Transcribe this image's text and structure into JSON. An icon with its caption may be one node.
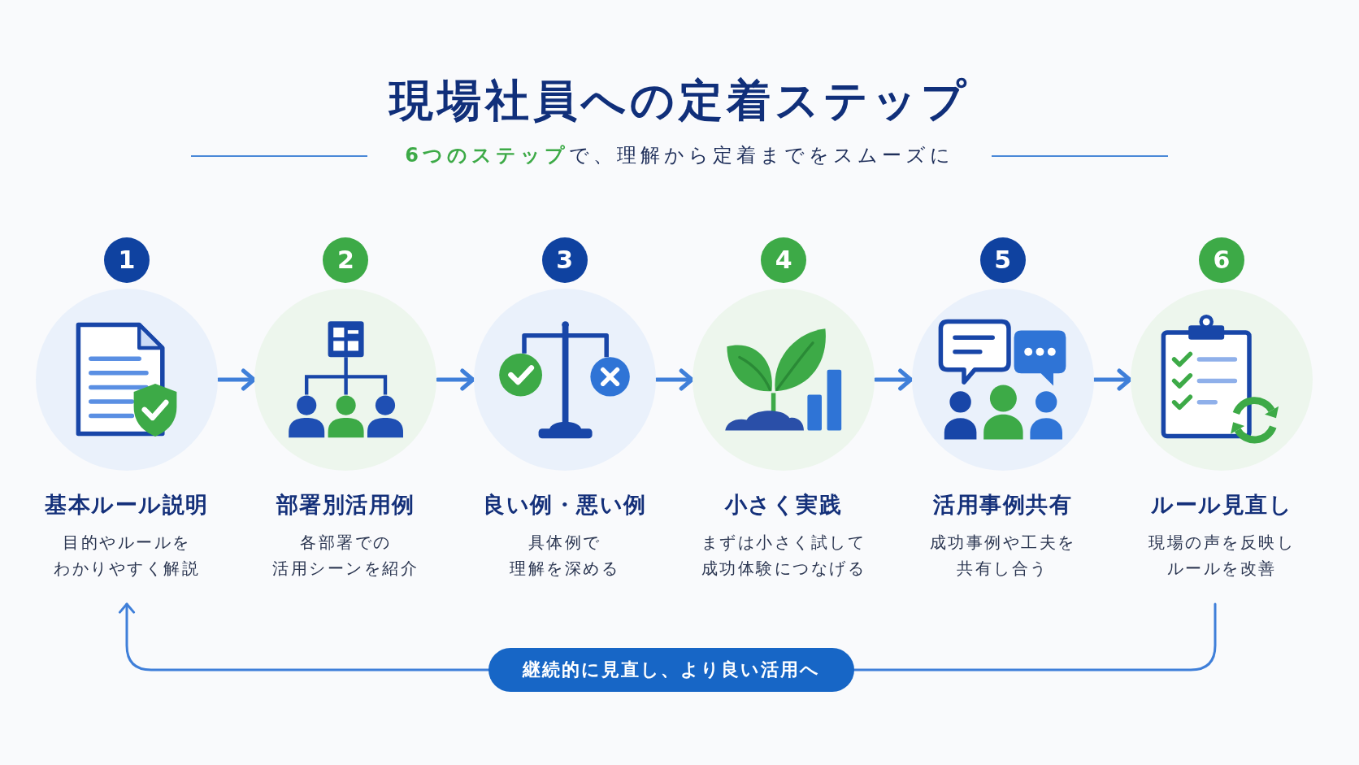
{
  "diagram": {
    "title": "現場社員への定着ステップ",
    "nodes": [
      {
        "text": [
          "1"
        ]
      },
      {
        "text": [
          "基本ルール説明",
          "目的やルールをわかりやすく解説"
        ]
      },
      {
        "text": [
          "2"
        ]
      },
      {
        "text": [
          "部署別活用例",
          "各部署での活用シーンを紹介"
        ]
      },
      {
        "text": [
          "3"
        ]
      },
      {
        "text": [
          "良い例・悪い例",
          "具体例で理解を深める"
        ]
      },
      {
        "text": [
          "4"
        ]
      },
      {
        "text": [
          "小さく実践",
          "まずは小さく試して成功体験につなげる"
        ]
      },
      {
        "text": [
          "5"
        ]
      },
      {
        "text": [
          "活用事例共有",
          "成功事例や工夫を共有し合う"
        ]
      },
      {
        "text": [
          "6"
        ]
      },
      {
        "text": [
          "ルール見直し",
          "現場の声を反映しルールを改善"
        ]
      }
    ],
    "edges": [
      {
        "from": 1,
        "to": 3,
        "arrow": "to"
      },
      {
        "from": 3,
        "to": 5,
        "arrow": "to"
      },
      {
        "from": 5,
        "to": 7,
        "arrow": "to"
      },
      {
        "from": 7,
        "to": 9,
        "arrow": "to"
      },
      {
        "from": 9,
        "to": 11,
        "arrow": "to"
      },
      {
        "from": 11,
        "to": 1,
        "arrow": "to",
        "label": "継続的に見直し、より良い活用へ"
      }
    ],
    "labels": [
      "**6つのステップ**で、理解から定着までをスムーズに"
    ]
  }
}
